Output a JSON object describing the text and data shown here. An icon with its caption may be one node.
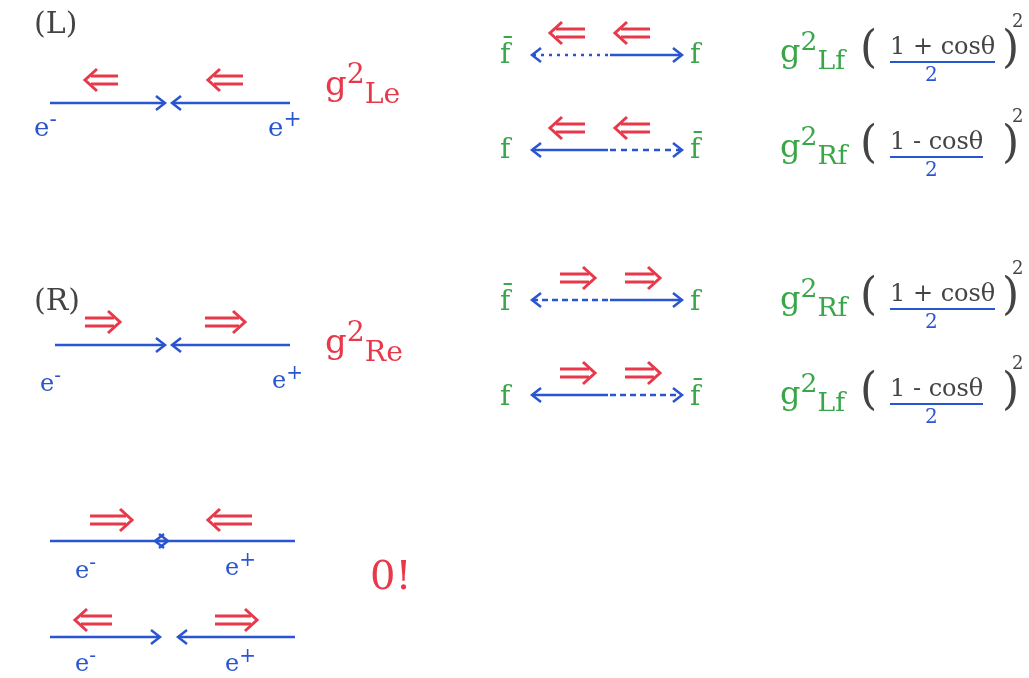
{
  "diagram": {
    "labels": [
      "(L)",
      "e$^{-}$",
      "e$^{+}$",
      "g$^{2}$$_{Le}$",
      "f̄",
      "f",
      "g$^{2}$$_{Lf}$",
      "(",
      "1 + cosθ",
      "2",
      ")",
      "2",
      "f",
      "f̄",
      "g$^{2}$$_{Rf}$",
      "(",
      "1 - cosθ",
      "2",
      ")",
      "2",
      "(R)",
      "e$^{-}$",
      "e$^{+}$",
      "g$^{2}$$_{Re}$",
      "f̄",
      "f",
      "g$^{2}$$_{Rf}$",
      "(",
      "1 + cosθ",
      "2",
      ")",
      "2",
      "f",
      "f̄",
      "g$^{2}$$_{Lf}$",
      "(",
      "1 - cosθ",
      "2",
      ")",
      "2",
      "e$^{-}$",
      "e$^{+}$",
      "0!",
      "e$^{-}$",
      "e$^{+}$"
    ]
  }
}
